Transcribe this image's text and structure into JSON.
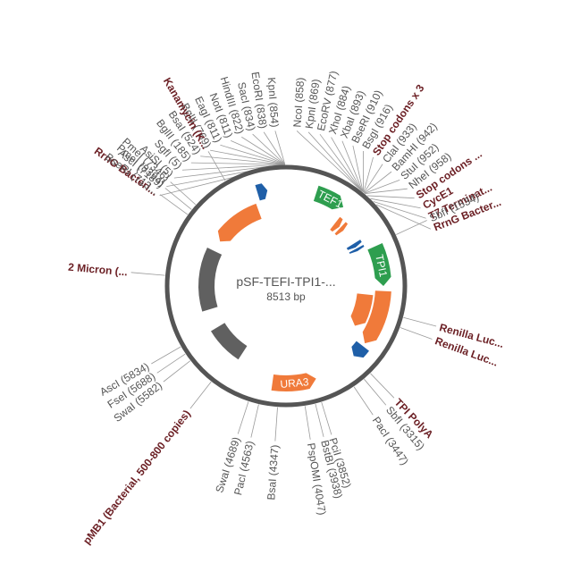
{
  "plasmid": {
    "name": "pSF-TEFI-TPI1-...",
    "length": "8513 bp"
  },
  "colors": {
    "backbone": "#555555",
    "promoter": "#2e9e4f",
    "cds": "#f07a3a",
    "terminator": "#1f5fa8",
    "origin": "#606060",
    "feature_label": "#6b1f24",
    "site_label": "#555555"
  },
  "labels": [
    {
      "text": "KpnI (854)",
      "kind": "site",
      "angle": 359.5
    },
    {
      "text": "EcoRI (838)",
      "kind": "site",
      "angle": 359.5
    },
    {
      "text": "SacI (834)",
      "kind": "site",
      "angle": 359.5
    },
    {
      "text": "HindIII (822)",
      "kind": "site",
      "angle": 359.5
    },
    {
      "text": "NotI (811)",
      "kind": "site",
      "angle": 359.5
    },
    {
      "text": "EagI (811)",
      "kind": "site",
      "angle": 359.5
    },
    {
      "text": "BglII (769)",
      "kind": "site",
      "angle": 359.5
    },
    {
      "text": "BsaI (524)",
      "kind": "site",
      "angle": 359.5
    },
    {
      "text": "BglII (185)",
      "kind": "site",
      "angle": 359.5
    },
    {
      "text": "SgfI (5)",
      "kind": "site",
      "angle": 359.5
    },
    {
      "text": "AsiSI (5)",
      "kind": "site",
      "angle": 359.5
    },
    {
      "text": "PmeI (8394)",
      "kind": "site",
      "angle": 359.5
    },
    {
      "text": "RrnG Bacteri...",
      "kind": "feature",
      "angle": 359.5
    },
    {
      "text": "Kanamycin (K...",
      "kind": "feature",
      "angle": 330
    },
    {
      "text": "PmeI (7346)",
      "kind": "site",
      "angle": 312
    },
    {
      "text": "AscI (7189)",
      "kind": "site",
      "angle": 309
    },
    {
      "text": "BseRI (713...",
      "kind": "site",
      "angle": 306
    },
    {
      "text": "2 Micron (...",
      "kind": "feature",
      "angle": 275
    },
    {
      "text": "AscI (5834)",
      "kind": "site",
      "angle": 240
    },
    {
      "text": "FseI (5688)",
      "kind": "site",
      "angle": 236
    },
    {
      "text": "SwaI (5582)",
      "kind": "site",
      "angle": 232
    },
    {
      "text": "pMB1 (Bacterial, 500-800 copies)",
      "kind": "feature",
      "angle": 218
    },
    {
      "text": "SwaI (4689)",
      "kind": "site",
      "angle": 198
    },
    {
      "text": "PacI (4563)",
      "kind": "site",
      "angle": 193
    },
    {
      "text": "BsaI (4347)",
      "kind": "site",
      "angle": 184
    },
    {
      "text": "PspOMI (4047)",
      "kind": "site",
      "angle": 171
    },
    {
      "text": "BstBI (3938)",
      "kind": "site",
      "angle": 166
    },
    {
      "text": "PciI (3852)",
      "kind": "site",
      "angle": 163
    },
    {
      "text": "PacI (3447)",
      "kind": "site",
      "angle": 146
    },
    {
      "text": "SbfI (3315)",
      "kind": "site",
      "angle": 140
    },
    {
      "text": "TPI PolyA",
      "kind": "feature",
      "angle": 136
    },
    {
      "text": "Renilla Luc...",
      "kind": "feature",
      "angle": 110
    },
    {
      "text": "Renilla Luc...",
      "kind": "feature",
      "angle": 105
    },
    {
      "text": "SbfI (1534)",
      "kind": "site",
      "angle": 65
    },
    {
      "text": "RrnG Bacter...",
      "kind": "feature",
      "angle": 48
    },
    {
      "text": "T7 Terminat...",
      "kind": "feature",
      "angle": 46
    },
    {
      "text": "CycE1",
      "kind": "feature",
      "angle": 44
    },
    {
      "text": "Stop codons ...",
      "kind": "feature",
      "angle": 42
    },
    {
      "text": "NheI (958)",
      "kind": "site",
      "angle": 40.5
    },
    {
      "text": "StuI (952)",
      "kind": "site",
      "angle": 40.3
    },
    {
      "text": "BamHI (942)",
      "kind": "site",
      "angle": 40.1
    },
    {
      "text": "ClaI (933)",
      "kind": "site",
      "angle": 39.9
    },
    {
      "text": "Stop codons x 3",
      "kind": "feature",
      "angle": 39.7
    },
    {
      "text": "BsgI (916)",
      "kind": "site",
      "angle": 39.5
    },
    {
      "text": "BseRI (910)",
      "kind": "site",
      "angle": 39.3
    },
    {
      "text": "XbaI (893)",
      "kind": "site",
      "angle": 39.1
    },
    {
      "text": "XhoI (884)",
      "kind": "site",
      "angle": 38.9
    },
    {
      "text": "EcoRV (877)",
      "kind": "site",
      "angle": 38.7
    },
    {
      "text": "KpnI (869)",
      "kind": "site",
      "angle": 38.5
    },
    {
      "text": "NcoI (858)",
      "kind": "site",
      "angle": 38.3
    }
  ],
  "features": [
    {
      "name": "TEF1",
      "type": "promoter",
      "start": 18,
      "end": 36,
      "dir": 1,
      "ring": "outer",
      "label": "TEF1"
    },
    {
      "name": "stop-codons-x3",
      "type": "cds",
      "start": 38,
      "end": 42,
      "dir": 1,
      "ring": "inner",
      "label": ""
    },
    {
      "name": "cyce1",
      "type": "cds",
      "start": 43,
      "end": 46,
      "dir": 1,
      "ring": "inner",
      "label": ""
    },
    {
      "name": "t7-terminator",
      "type": "terminator",
      "start": 58,
      "end": 61,
      "dir": 1,
      "ring": "inner",
      "label": ""
    },
    {
      "name": "rrng-terminator",
      "type": "terminator",
      "start": 62,
      "end": 64,
      "dir": 1,
      "ring": "inner",
      "label": ""
    },
    {
      "name": "TPI1",
      "type": "promoter",
      "start": 66,
      "end": 90,
      "dir": 1,
      "ring": "outer",
      "label": "TPI1"
    },
    {
      "name": "renilla-luc-1",
      "type": "cds",
      "start": 93,
      "end": 126,
      "dir": 1,
      "ring": "outer",
      "label": ""
    },
    {
      "name": "renilla-luc-2",
      "type": "cds",
      "start": 96,
      "end": 120,
      "dir": 1,
      "ring": "inner",
      "label": ""
    },
    {
      "name": "tpi-polya",
      "type": "terminator",
      "start": 128,
      "end": 136,
      "dir": 1,
      "ring": "outer",
      "label": ""
    },
    {
      "name": "URA3",
      "type": "cds",
      "start": 162,
      "end": 188,
      "dir": -1,
      "ring": "outer",
      "label": "URA3"
    },
    {
      "name": "pmb1-origin",
      "type": "origin",
      "start": 213,
      "end": 239,
      "dir": 0,
      "ring": "inner",
      "label": ""
    },
    {
      "name": "2-micron",
      "type": "origin",
      "start": 253,
      "end": 296,
      "dir": 0,
      "ring": "inner",
      "label": ""
    },
    {
      "name": "kanamycin",
      "type": "cds",
      "start": 304,
      "end": 340,
      "dir": -1,
      "ring": "inner",
      "label": ""
    },
    {
      "name": "rrng-bacterial",
      "type": "terminator",
      "start": 343,
      "end": 349,
      "dir": 1,
      "ring": "outer",
      "label": ""
    }
  ]
}
